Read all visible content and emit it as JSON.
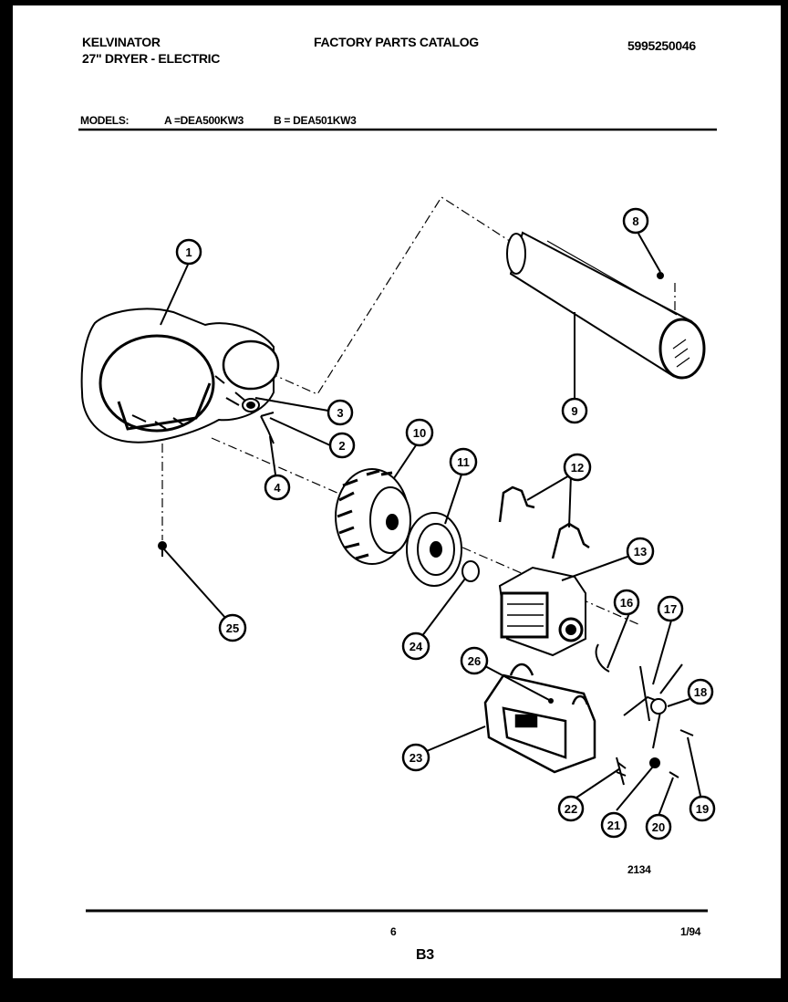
{
  "header": {
    "brand": "KELVINATOR",
    "product": "27\" DRYER - ELECTRIC",
    "catalog_title": "FACTORY PARTS CATALOG",
    "catalog_number": "5995250046"
  },
  "models": {
    "label": "MODELS:",
    "model_a": "A =DEA500KW3",
    "model_b": "B = DEA501KW3"
  },
  "diagram": {
    "drawing_number": "2134",
    "callouts": [
      "1",
      "2",
      "3",
      "4",
      "8",
      "9",
      "10",
      "11",
      "12",
      "13",
      "16",
      "17",
      "18",
      "19",
      "20",
      "21",
      "22",
      "23",
      "24",
      "25",
      "26"
    ]
  },
  "footer": {
    "page_number": "6",
    "date": "1/94",
    "section": "B3"
  }
}
